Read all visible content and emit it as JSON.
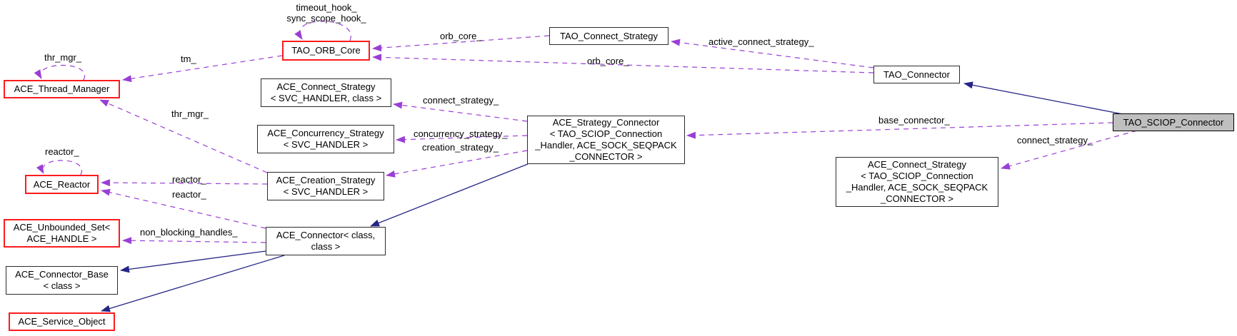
{
  "diagram": {
    "kind": "collaboration-graph",
    "colors": {
      "usage_edge": "#9a3fd6",
      "inheritance_edge": "#252587",
      "node_border": "#2b2b2b",
      "ref_node_border": "#fe1b1c",
      "highlight_node_fill": "#bfbfbf",
      "background": "#ffffff",
      "text": "#000000"
    },
    "nodes": [
      {
        "label": "ACE_Thread_Manager",
        "style": "red"
      },
      {
        "label": "TAO_ORB_Core",
        "style": "red"
      },
      {
        "label": "ACE_Connect_Strategy\n< SVC_HANDLER, class >",
        "style": "black"
      },
      {
        "label": "ACE_Concurrency_Strategy\n< SVC_HANDLER >",
        "style": "black"
      },
      {
        "label": "ACE_Creation_Strategy\n< SVC_HANDLER >",
        "style": "black"
      },
      {
        "label": "ACE_Reactor",
        "style": "red"
      },
      {
        "label": "ACE_Unbounded_Set<\nACE_HANDLE >",
        "style": "red"
      },
      {
        "label": "ACE_Connector< class,\nclass >",
        "style": "black"
      },
      {
        "label": "ACE_Connector_Base\n< class >",
        "style": "black"
      },
      {
        "label": "ACE_Service_Object",
        "style": "red"
      },
      {
        "label": "ACE_Strategy_Connector\n< TAO_SCIOP_Connection\n_Handler, ACE_SOCK_SEQPACK\n_CONNECTOR >",
        "style": "black"
      },
      {
        "label": "TAO_Connect_Strategy",
        "style": "black"
      },
      {
        "label": "TAO_Connector",
        "style": "black"
      },
      {
        "label": "TAO_SCIOP_Connector",
        "style": "highlight"
      },
      {
        "label": "ACE_Connect_Strategy\n< TAO_SCIOP_Connection\n_Handler, ACE_SOCK_SEQPACK\n_CONNECTOR >",
        "style": "black"
      }
    ],
    "edge_labels": [
      {
        "text": "timeout_hook_\nsync_scope_hook_"
      },
      {
        "text": "thr_mgr_"
      },
      {
        "text": "tm_"
      },
      {
        "text": "thr_mgr_"
      },
      {
        "text": "reactor_"
      },
      {
        "text": "reactor_"
      },
      {
        "text": "reactor_"
      },
      {
        "text": "non_blocking_handles_"
      },
      {
        "text": "connect_strategy_"
      },
      {
        "text": "concurrency_strategy_"
      },
      {
        "text": "creation_strategy_"
      },
      {
        "text": "orb_core_"
      },
      {
        "text": "orb_core_"
      },
      {
        "text": "active_connect_strategy_"
      },
      {
        "text": "base_connector_"
      },
      {
        "text": "connect_strategy_"
      }
    ]
  }
}
